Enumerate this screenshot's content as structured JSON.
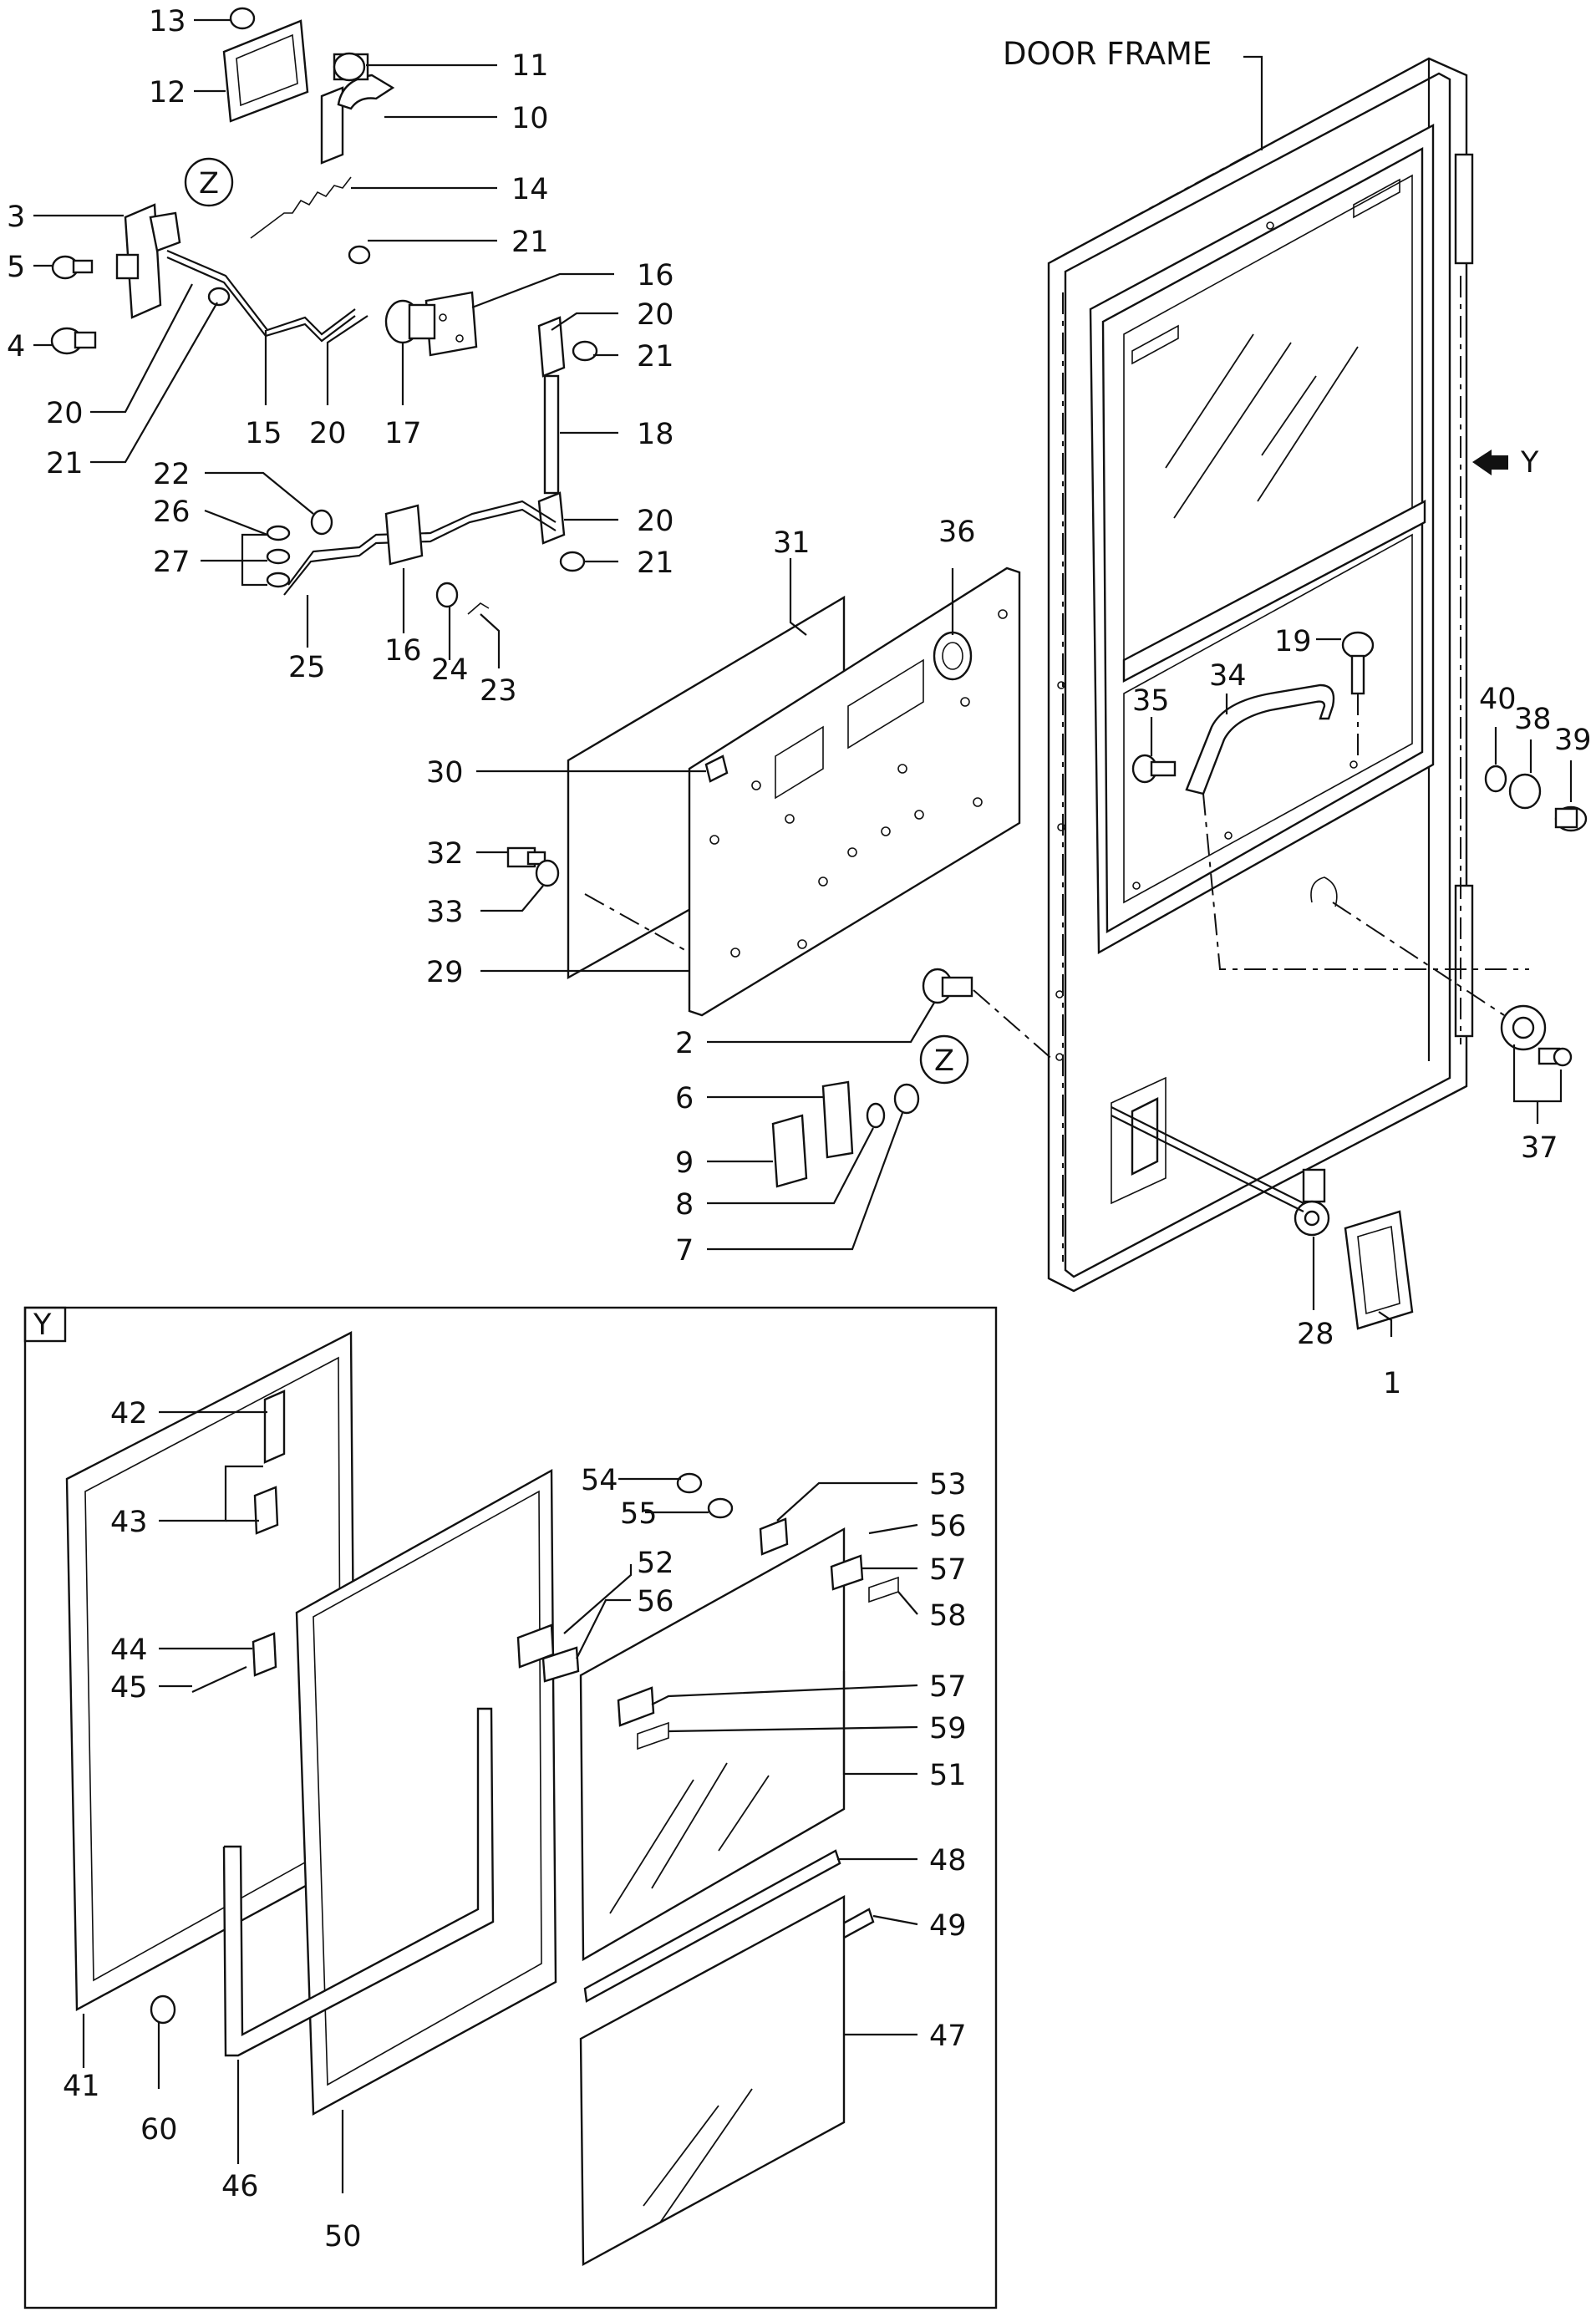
{
  "diagram": {
    "title": "DOOR FRAME",
    "view_y_label": "Y",
    "view_z_label": "Z",
    "inset_tag": "Y",
    "callouts": [
      {
        "id": "c13",
        "text": "13"
      },
      {
        "id": "c12",
        "text": "12"
      },
      {
        "id": "c11",
        "text": "11"
      },
      {
        "id": "c10",
        "text": "10"
      },
      {
        "id": "c14",
        "text": "14"
      },
      {
        "id": "c3",
        "text": "3"
      },
      {
        "id": "c5",
        "text": "5"
      },
      {
        "id": "c21a",
        "text": "21"
      },
      {
        "id": "c16a",
        "text": "16"
      },
      {
        "id": "c20a",
        "text": "20"
      },
      {
        "id": "c21b",
        "text": "21"
      },
      {
        "id": "c4",
        "text": "4"
      },
      {
        "id": "c20b",
        "text": "20"
      },
      {
        "id": "c15",
        "text": "15"
      },
      {
        "id": "c20c",
        "text": "20"
      },
      {
        "id": "c17",
        "text": "17"
      },
      {
        "id": "c18",
        "text": "18"
      },
      {
        "id": "c21c",
        "text": "21"
      },
      {
        "id": "c22",
        "text": "22"
      },
      {
        "id": "c26",
        "text": "26"
      },
      {
        "id": "c27",
        "text": "27"
      },
      {
        "id": "c20d",
        "text": "20"
      },
      {
        "id": "c21d",
        "text": "21"
      },
      {
        "id": "c25",
        "text": "25"
      },
      {
        "id": "c16b",
        "text": "16"
      },
      {
        "id": "c24",
        "text": "24"
      },
      {
        "id": "c23",
        "text": "23"
      },
      {
        "id": "c31",
        "text": "31"
      },
      {
        "id": "c36",
        "text": "36"
      },
      {
        "id": "c30",
        "text": "30"
      },
      {
        "id": "c32",
        "text": "32"
      },
      {
        "id": "c33",
        "text": "33"
      },
      {
        "id": "c29",
        "text": "29"
      },
      {
        "id": "c2",
        "text": "2"
      },
      {
        "id": "c6",
        "text": "6"
      },
      {
        "id": "c9",
        "text": "9"
      },
      {
        "id": "c8",
        "text": "8"
      },
      {
        "id": "c7",
        "text": "7"
      },
      {
        "id": "c19",
        "text": "19"
      },
      {
        "id": "c35",
        "text": "35"
      },
      {
        "id": "c34",
        "text": "34"
      },
      {
        "id": "c40",
        "text": "40"
      },
      {
        "id": "c38",
        "text": "38"
      },
      {
        "id": "c39",
        "text": "39"
      },
      {
        "id": "c37",
        "text": "37"
      },
      {
        "id": "c28",
        "text": "28"
      },
      {
        "id": "c1",
        "text": "1"
      },
      {
        "id": "c42",
        "text": "42"
      },
      {
        "id": "c43",
        "text": "43"
      },
      {
        "id": "c44",
        "text": "44"
      },
      {
        "id": "c45",
        "text": "45"
      },
      {
        "id": "c41",
        "text": "41"
      },
      {
        "id": "c60",
        "text": "60"
      },
      {
        "id": "c46",
        "text": "46"
      },
      {
        "id": "c50",
        "text": "50"
      },
      {
        "id": "c52",
        "text": "52"
      },
      {
        "id": "c56a",
        "text": "56"
      },
      {
        "id": "c54",
        "text": "54"
      },
      {
        "id": "c55",
        "text": "55"
      },
      {
        "id": "c53",
        "text": "53"
      },
      {
        "id": "c56b",
        "text": "56"
      },
      {
        "id": "c57a",
        "text": "57"
      },
      {
        "id": "c58",
        "text": "58"
      },
      {
        "id": "c57b",
        "text": "57"
      },
      {
        "id": "c59",
        "text": "59"
      },
      {
        "id": "c51",
        "text": "51"
      },
      {
        "id": "c48",
        "text": "48"
      },
      {
        "id": "c49",
        "text": "49"
      },
      {
        "id": "c47",
        "text": "47"
      }
    ]
  }
}
